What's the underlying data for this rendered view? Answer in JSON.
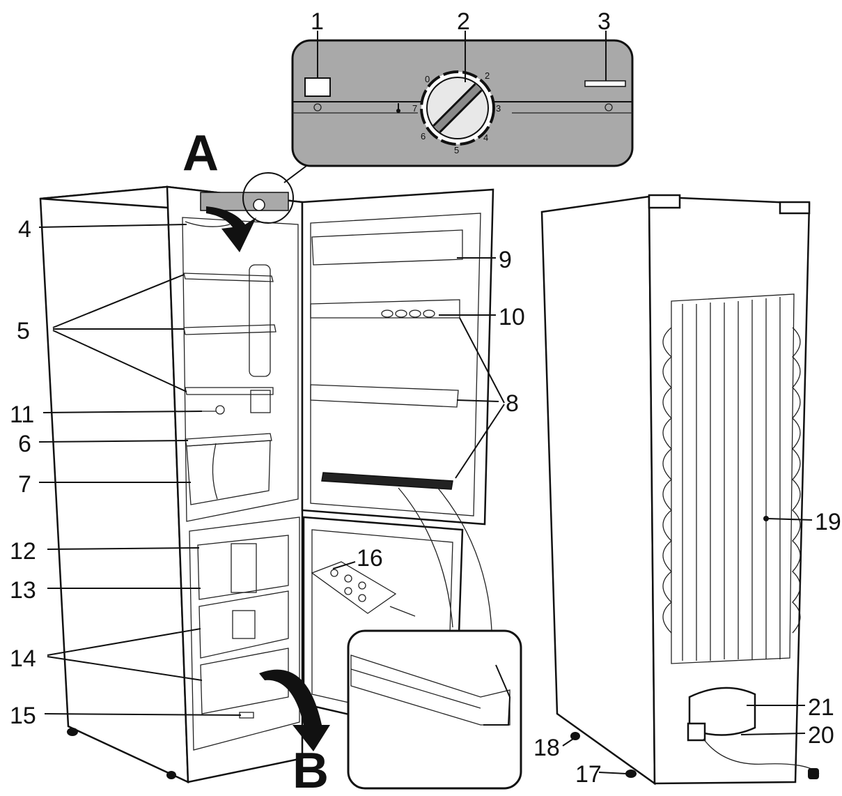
{
  "callouts": {
    "c1": "1",
    "c2": "2",
    "c3": "3",
    "c4": "4",
    "c5": "5",
    "c6": "6",
    "c7": "7",
    "c8": "8",
    "c9": "9",
    "c10": "10",
    "c11": "11",
    "c12": "12",
    "c13": "13",
    "c14": "14",
    "c15": "15",
    "c16": "16",
    "c17": "17",
    "c18": "18",
    "c19": "19",
    "c20": "20",
    "c21": "21"
  },
  "markers": {
    "a": "A",
    "b": "B"
  },
  "dial_scale": [
    "0",
    "2",
    "3",
    "4",
    "5",
    "6",
    "7"
  ],
  "colors": {
    "panel": "#a9a9a9",
    "line": "#111111",
    "arrow": "#111111"
  }
}
